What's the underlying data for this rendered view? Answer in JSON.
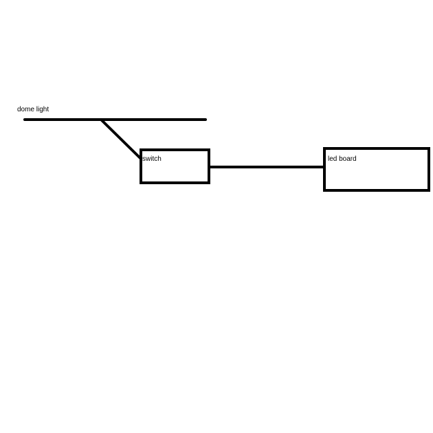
{
  "diagram": {
    "dome_light_label": "dome light",
    "switch_label": "switch",
    "led_board_label": "led board",
    "stroke_color": "#000000",
    "background_color": "#ffffff"
  }
}
